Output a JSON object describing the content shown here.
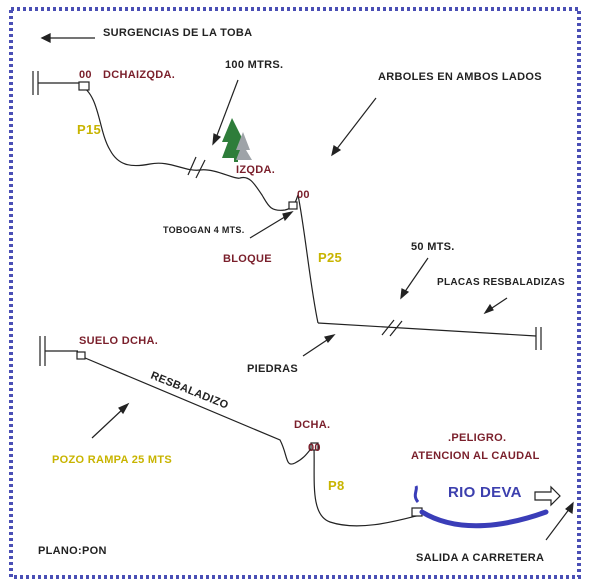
{
  "labels": {
    "surgencias": "SURGENCIAS DE LA TOBA",
    "cien_mtrs": "100 MTRS.",
    "arboles": "ARBOLES EN AMBOS LADOS",
    "oo": "00",
    "dchaizqda": "DCHAIZQDA.",
    "p15": "P15",
    "izqda": "IZQDA.",
    "tobogan": "TOBOGAN 4 MTS.",
    "bloque": "BLOQUE",
    "p25": "P25",
    "cincuenta_mts": "50 MTS.",
    "placas": "PLACAS RESBALADIZAS",
    "piedras": "PIEDRAS",
    "suelo_dcha": "SUELO DCHA.",
    "resbaladizo": "RESBALADIZO",
    "dcha": "DCHA.",
    "pozo_rampa": "POZO RAMPA  25 MTS",
    "peligro": ".PELIGRO.",
    "atencion": "ATENCION AL CAUDAL",
    "p8": "P8",
    "rio_deva": "RIO DEVA",
    "plano": "PLANO:PON",
    "salida": "SALIDA A CARRETERA"
  },
  "colors": {
    "frame": "#4a4fb5",
    "river": "#3a3db8",
    "label_dark": "#222222",
    "label_red": "#7a1f2b",
    "label_yellow": "#c8b400",
    "tree": "#2e7d3a"
  },
  "icons": [
    "arrow-left-icon",
    "arrow-right-icon",
    "tree-icon",
    "anchor-icon",
    "spit-icon"
  ]
}
